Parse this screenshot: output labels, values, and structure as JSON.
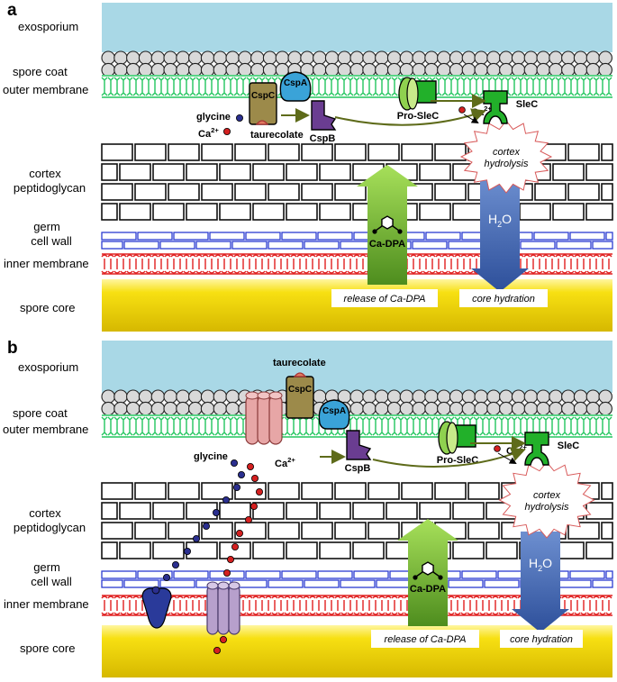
{
  "panel_a": {
    "letter": "a",
    "layers": {
      "exosporium": "exosporium",
      "spore_coat": "spore coat",
      "outer_membrane": "outer membrane",
      "cortex_line1": "cortex",
      "cortex_line2": "peptidoglycan",
      "germ_line1": "germ",
      "germ_line2": "cell wall",
      "inner_membrane": "inner membrane",
      "spore_core": "spore core"
    },
    "proteins": {
      "cspc": "CspC",
      "cspa": "CspA",
      "cspb": "CspB",
      "pro_slec": "Pro-SleC",
      "slec": "SleC"
    },
    "molecules": {
      "glycine": "glycine",
      "ca_base": "Ca",
      "ca_sup": "2+",
      "taurecolate": "taurecolate",
      "ca_dpa": "Ca-DPA",
      "h2o_h": "H",
      "h2o_sub": "2",
      "h2o_o": "O"
    },
    "annotations": {
      "cortex_hydrolysis_line1": "cortex",
      "cortex_hydrolysis_line2": "hydrolysis",
      "release_ca_dpa": "release of Ca-DPA",
      "core_hydration": "core hydration"
    }
  },
  "panel_b": {
    "letter": "b",
    "layers": {
      "exosporium": "exosporium",
      "spore_coat": "spore coat",
      "outer_membrane": "outer membrane",
      "cortex_line1": "cortex",
      "cortex_line2": "peptidoglycan",
      "germ_line1": "germ",
      "germ_line2": "cell wall",
      "inner_membrane": "inner membrane",
      "spore_core": "spore core"
    },
    "proteins": {
      "cspc": "CspC",
      "cspa": "CspA",
      "cspb": "CspB",
      "pro_slec": "Pro-SleC",
      "slec": "SleC"
    },
    "molecules": {
      "glycine": "glycine",
      "ca_base": "Ca",
      "ca_sup": "2+",
      "taurecolate": "taurecolate",
      "ca_dpa": "Ca-DPA",
      "h2o_h": "H",
      "h2o_sub": "2",
      "h2o_o": "O"
    },
    "annotations": {
      "cortex_hydrolysis_line1": "cortex",
      "cortex_hydrolysis_line2": "hydrolysis",
      "release_ca_dpa": "release of Ca-DPA",
      "core_hydration": "core hydration"
    }
  },
  "colors": {
    "exosporium": "#a9d8e6",
    "outer_membrane": "#22c55e",
    "germ_cell_wall": "#2b3bd1",
    "inner_membrane": "#e02020",
    "spore_core": "#f7e012",
    "cspc": "#9c8a4a",
    "cspa": "#3aa3d8",
    "cspb": "#6a3d91",
    "slec": "#22b02a",
    "pro_slec": "#8fd14f",
    "ca_dpa_arrow": "#6bb52b",
    "h2o_arrow": "#3f6cb4",
    "glycine_dot": "#2b2f8f",
    "calcium_dot": "#d42020",
    "channel": "#e7a6a6",
    "channel_b": "#b7a0cc",
    "receptor": "#2a3a9a"
  }
}
